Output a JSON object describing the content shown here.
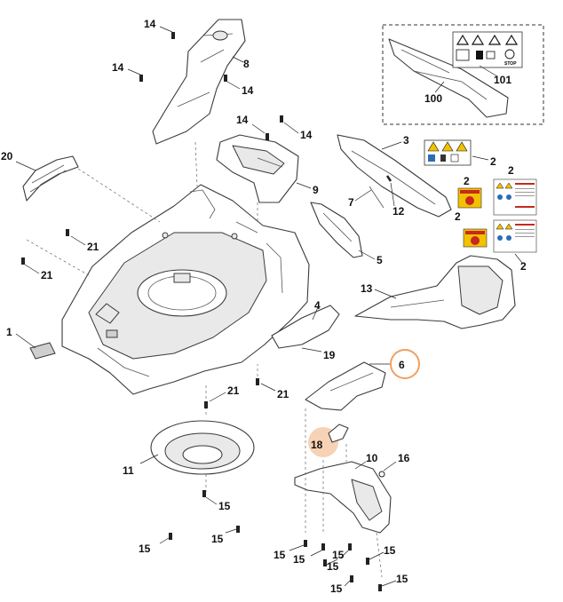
{
  "diagram": {
    "callouts": {
      "c1": "1",
      "c2a": "2",
      "c2b": "2",
      "c2c": "2",
      "c2d": "2",
      "c2e": "2",
      "c3": "3",
      "c4": "4",
      "c5": "5",
      "c6": "6",
      "c7": "7",
      "c8": "8",
      "c9": "9",
      "c10": "10",
      "c11": "11",
      "c12": "12",
      "c13": "13",
      "c14a": "14",
      "c14b": "14",
      "c14c": "14",
      "c14d": "14",
      "c14e": "14",
      "c15a": "15",
      "c15b": "15",
      "c15c": "15",
      "c15d": "15",
      "c15e": "15",
      "c15f": "15",
      "c15g": "15",
      "c15h": "15",
      "c15i": "15",
      "c15j": "15",
      "c16": "16",
      "c18": "18",
      "c19": "19",
      "c20": "20",
      "c21a": "21",
      "c21b": "21",
      "c21c": "21",
      "c21d": "21",
      "c100": "100",
      "c101": "101"
    },
    "stop_label": "STOP",
    "highlight_colors": {
      "primary": "#f0a060",
      "secondary": "#f7d2b4"
    },
    "label_colors": {
      "warning_yellow": "#f2c200",
      "label_red": "#c8281e",
      "label_blue": "#2a6db5"
    }
  }
}
